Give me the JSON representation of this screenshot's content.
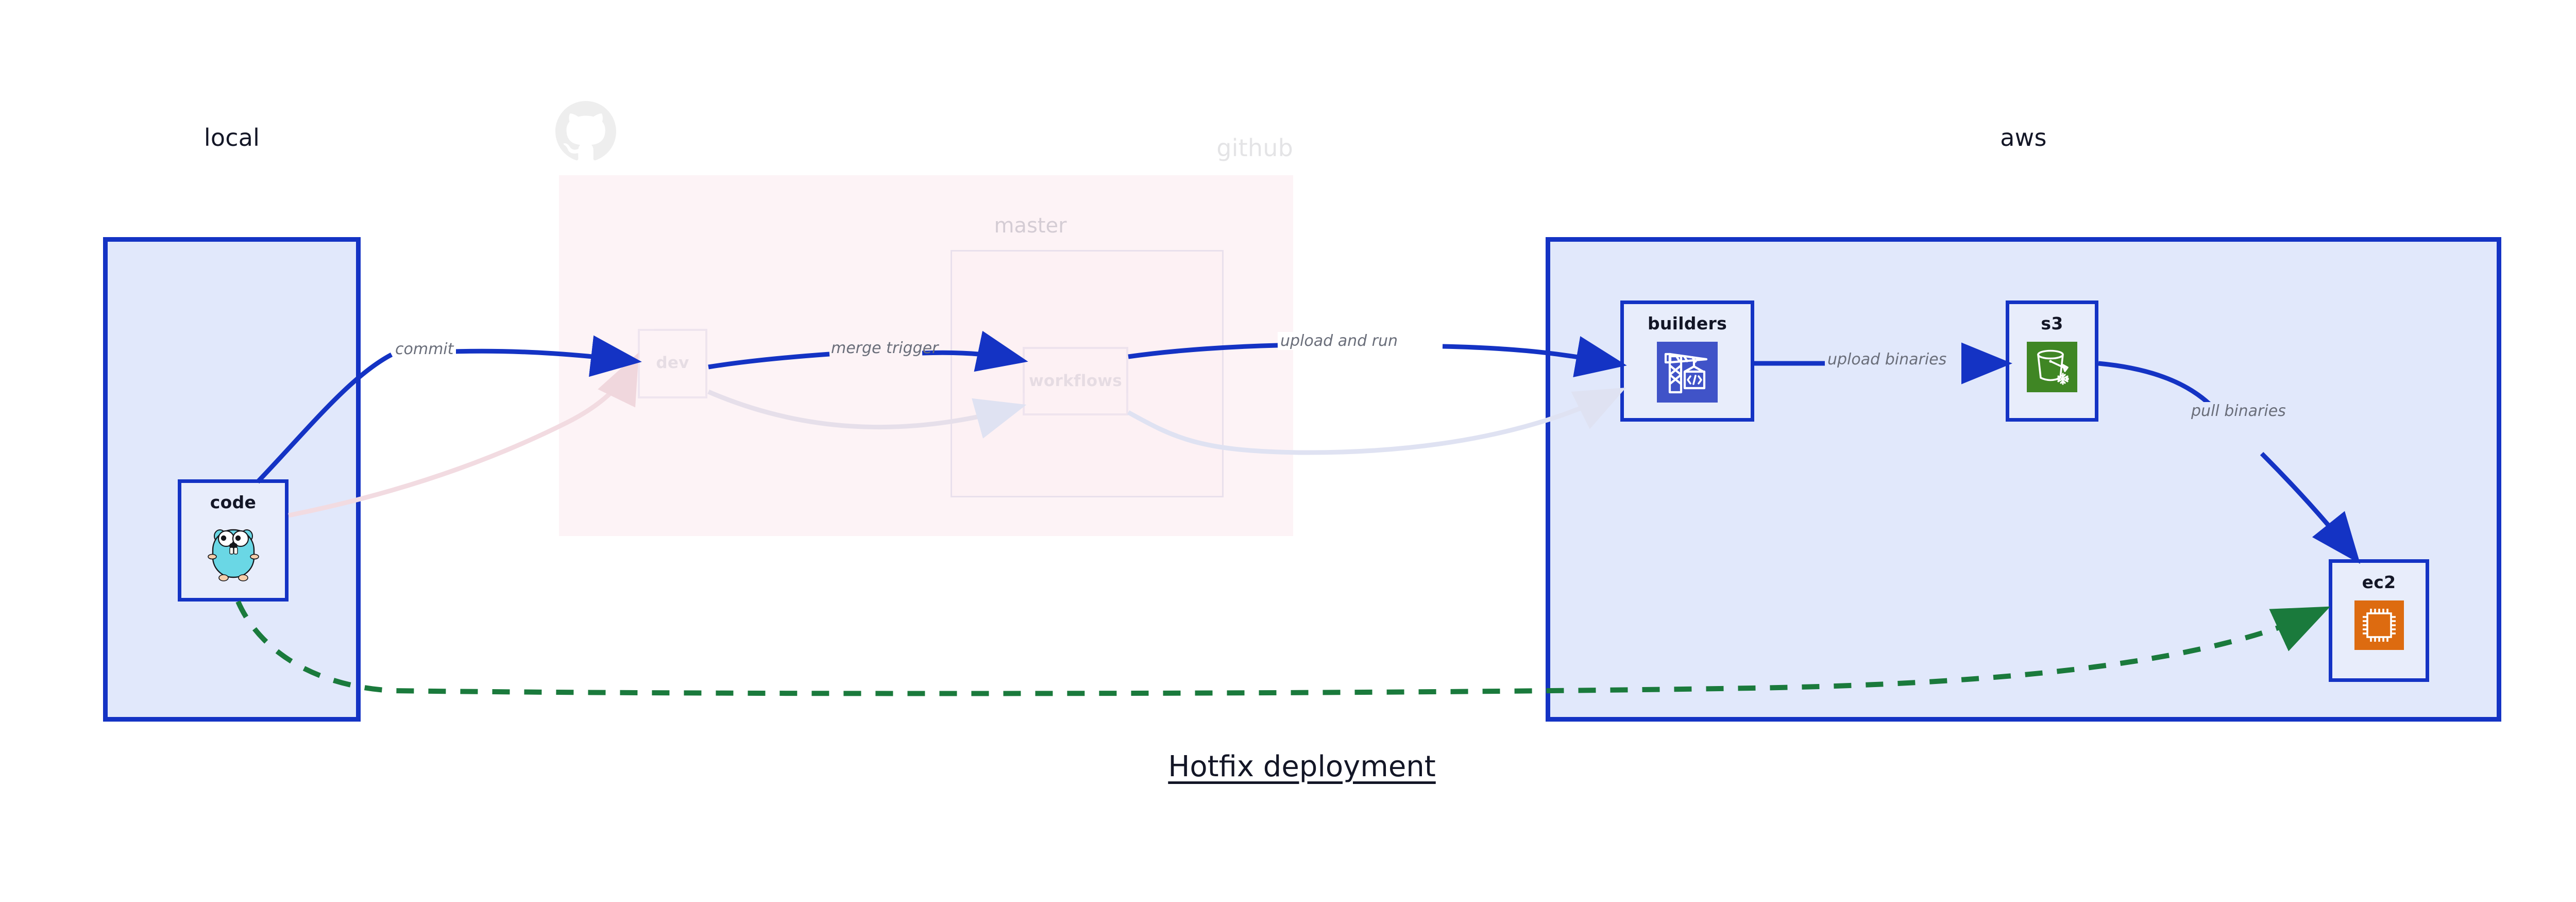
{
  "diagram": {
    "title": "Hotfix deployment",
    "groups": [
      {
        "id": "local",
        "label": "local"
      },
      {
        "id": "github",
        "label": "github"
      },
      {
        "id": "aws",
        "label": "aws"
      }
    ],
    "subgroups": [
      {
        "id": "master",
        "label": "master",
        "parent": "github"
      }
    ],
    "nodes": [
      {
        "id": "code",
        "label": "code",
        "icon": "go-gopher-icon",
        "group": "local",
        "state": "active"
      },
      {
        "id": "dev",
        "label": "dev",
        "icon": "none",
        "group": "github",
        "state": "faded"
      },
      {
        "id": "workflows",
        "label": "workflows",
        "icon": "none",
        "group": "master",
        "state": "faded"
      },
      {
        "id": "builders",
        "label": "builders",
        "icon": "aws-codebuild-icon",
        "group": "aws",
        "state": "active"
      },
      {
        "id": "s3",
        "label": "s3",
        "icon": "aws-s3-glacier-icon",
        "group": "aws",
        "state": "active"
      },
      {
        "id": "ec2",
        "label": "ec2",
        "icon": "aws-ec2-icon",
        "group": "aws",
        "state": "active"
      }
    ],
    "edges": [
      {
        "id": "commit",
        "from": "code",
        "to": "dev",
        "label": "commit",
        "style": "solid",
        "color": "#1433c4"
      },
      {
        "id": "merge-trigger",
        "from": "dev",
        "to": "workflows",
        "label": "merge trigger",
        "style": "solid",
        "color": "#1433c4"
      },
      {
        "id": "upload-and-run",
        "from": "workflows",
        "to": "builders",
        "label": "upload and run",
        "style": "solid",
        "color": "#1433c4"
      },
      {
        "id": "upload-binaries",
        "from": "builders",
        "to": "s3",
        "label": "upload binaries",
        "style": "solid",
        "color": "#1433c4"
      },
      {
        "id": "pull-binaries",
        "from": "s3",
        "to": "ec2",
        "label": "pull binaries",
        "style": "solid",
        "color": "#1433c4"
      },
      {
        "id": "hotfix",
        "from": "code",
        "to": "ec2",
        "label": "",
        "style": "dashed",
        "color": "#1a7a3c"
      }
    ],
    "colors": {
      "group_fill_blue": "#e1e8fb",
      "group_border_blue": "#1433c4",
      "group_fill_pink": "#fae3e9",
      "edge_blue": "#1433c4",
      "edge_green": "#1a7a3c",
      "label_gray": "#6a6e7a",
      "title_dark": "#131626",
      "codebuild_blue": "#4053c8",
      "s3_glacier_green": "#3f8624",
      "ec2_orange": "#dd6b10",
      "gopher_cyan": "#6ad7e5"
    }
  }
}
